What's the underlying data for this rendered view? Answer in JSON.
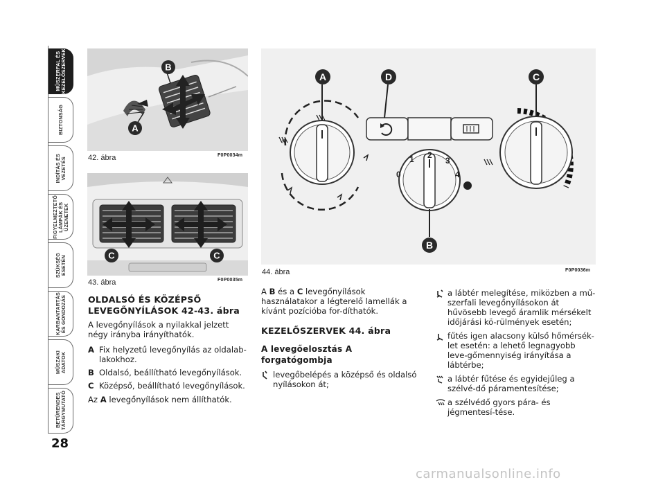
{
  "page": {
    "number": "28"
  },
  "side_tabs": [
    {
      "label": "MŰSZERFAL ÉS\nKEZELŐSZERVEK",
      "active": true
    },
    {
      "label": "BIZTONSÁG",
      "active": false
    },
    {
      "label": "INDÍTÁS ÉS\nVEZETÉS",
      "active": false
    },
    {
      "label": "FIGYELMEZTETŐ\nLÁMPÁK ÉS\nÜZENETEK",
      "active": false
    },
    {
      "label": "SZÜKSÉG\nESETÉN",
      "active": false
    },
    {
      "label": "KARBANTARTÁS\nÉS GONDOZÁS",
      "active": false
    },
    {
      "label": "MŰSZAKI\nADATOK",
      "active": false
    },
    {
      "label": "BETŰRENDES\nTÁRGYMUTATÓ",
      "active": false
    }
  ],
  "figures": {
    "fig42": {
      "caption": "42. ábra",
      "code": "F0P0034m",
      "labels": {
        "a": "A",
        "b": "B"
      }
    },
    "fig43": {
      "caption": "43. ábra",
      "code": "F0P0035m",
      "labels": {
        "c": "C"
      }
    },
    "fig44": {
      "caption": "44. ábra",
      "code": "F0P0036m",
      "labels": {
        "a": "A",
        "b": "B",
        "c": "C",
        "d": "D"
      },
      "fan_steps": [
        "0",
        "1",
        "2",
        "3",
        "4"
      ]
    }
  },
  "left_column": {
    "heading": "OLDALSÓ ÉS KÖZÉPSŐ LEVEGŐNYÍLÁSOK 42-43. ábra",
    "intro": "A levegőnyílások a nyilakkal jelzett négy irányba irányíthatók.",
    "items": [
      {
        "key": "A",
        "text": "Fix helyzetű levegőnyílás az oldalab-lakokhoz."
      },
      {
        "key": "B",
        "text": "Oldalsó, beállítható levegőnyílások."
      },
      {
        "key": "C",
        "text": "Középső, beállítható levegőnyílások."
      }
    ],
    "note_prefix": "Az",
    "note_key": "A",
    "note_rest": "levegőnyílások nem állíthatók."
  },
  "middle_column": {
    "p1_a": "A",
    "p1_b": "B",
    "p1_mid": "és a",
    "p1_c": "C",
    "p1_rest": "levegőnyílások használatakor a légterelő lamellák a kívánt pozícióba for-díthatók.",
    "heading": "KEZELŐSZERVEK 44. ábra",
    "subheading": "A levegőelosztás A forgatógombja",
    "icon_items": [
      {
        "icon": "vent-face-icon",
        "text": "levegőbelépés a középső és oldalsó nyílásokon át;"
      }
    ]
  },
  "right_column": {
    "icon_items": [
      {
        "icon": "face-feet-icon",
        "text": "a lábtér melegítése, miközben a mű-szerfali levegőnyílásokon át hűvösebb levegő áramlik mérsékelt időjárási kö-rülmények esetén;"
      },
      {
        "icon": "feet-icon",
        "text": "fűtés igen alacsony külső hőmérsék-let esetén: a lehető legnagyobb leve-gőmennyiség irányítása a lábtérbe;"
      },
      {
        "icon": "feet-windscreen-icon",
        "text": "a lábtér fűtése és egyidejűleg a szélvé-dő páramentesítése;"
      },
      {
        "icon": "windscreen-defrost-icon",
        "text": "a szélvédő gyors pára- és jégmentesí-tése."
      }
    ]
  },
  "watermark": "carmanualsonline.info"
}
